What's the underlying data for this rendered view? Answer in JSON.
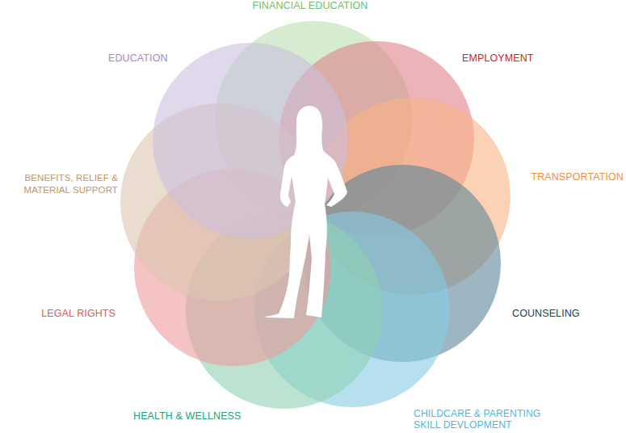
{
  "diagram": {
    "nodes": [
      {
        "text": [
          "FINANCIAL EDUCATION"
        ]
      },
      {
        "text": [
          "EMPLOYMENT"
        ]
      },
      {
        "text": [
          "TRANSPORTATION"
        ]
      },
      {
        "text": [
          "COUNSELING"
        ]
      },
      {
        "text": [
          "CHILDCARE & PARENTING SKILL DEVLOPMENT"
        ]
      },
      {
        "text": [
          "HEALTH & WELLNESS"
        ]
      },
      {
        "text": [
          "LEGAL RIGHTS"
        ]
      },
      {
        "text": [
          "BENEFITS, RELIEF & MATERIAL SUPPORT"
        ]
      },
      {
        "text": [
          "EDUCATION"
        ]
      }
    ]
  }
}
